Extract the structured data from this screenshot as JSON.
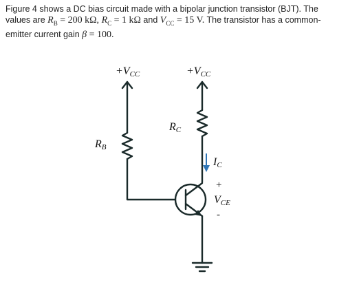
{
  "problem": {
    "intro": "Figure 4 shows a DC bias circuit made with a bipolar junction transistor (BJT). The values are",
    "rb_sym": "R",
    "rb_sub": "B",
    "rb_val": " = 200 kΩ, ",
    "rc_sym": "R",
    "rc_sub": "C",
    "rc_val": " = 1 kΩ",
    "and_text": " and ",
    "vcc_sym": "V",
    "vcc_sub": "CC",
    "vcc_val": " = 15 V.",
    "rest1": " The transistor has a common-emitter current gain ",
    "beta_sym": "β",
    "beta_val": " = 100."
  },
  "circuit": {
    "vcc_left": {
      "main": "+V",
      "sub": "CC"
    },
    "vcc_right": {
      "main": "+V",
      "sub": "CC"
    },
    "rb_label": {
      "main": "R",
      "sub": "B"
    },
    "rc_label": {
      "main": "R",
      "sub": "C"
    },
    "ic_label": {
      "main": "I",
      "sub": "C"
    },
    "vce_plus": "+",
    "vce_label": {
      "main": "V",
      "sub": "CE"
    },
    "vce_minus": "-",
    "colors": {
      "wire": "#1a2a2a",
      "current_arrow": "#2e75b6"
    }
  }
}
